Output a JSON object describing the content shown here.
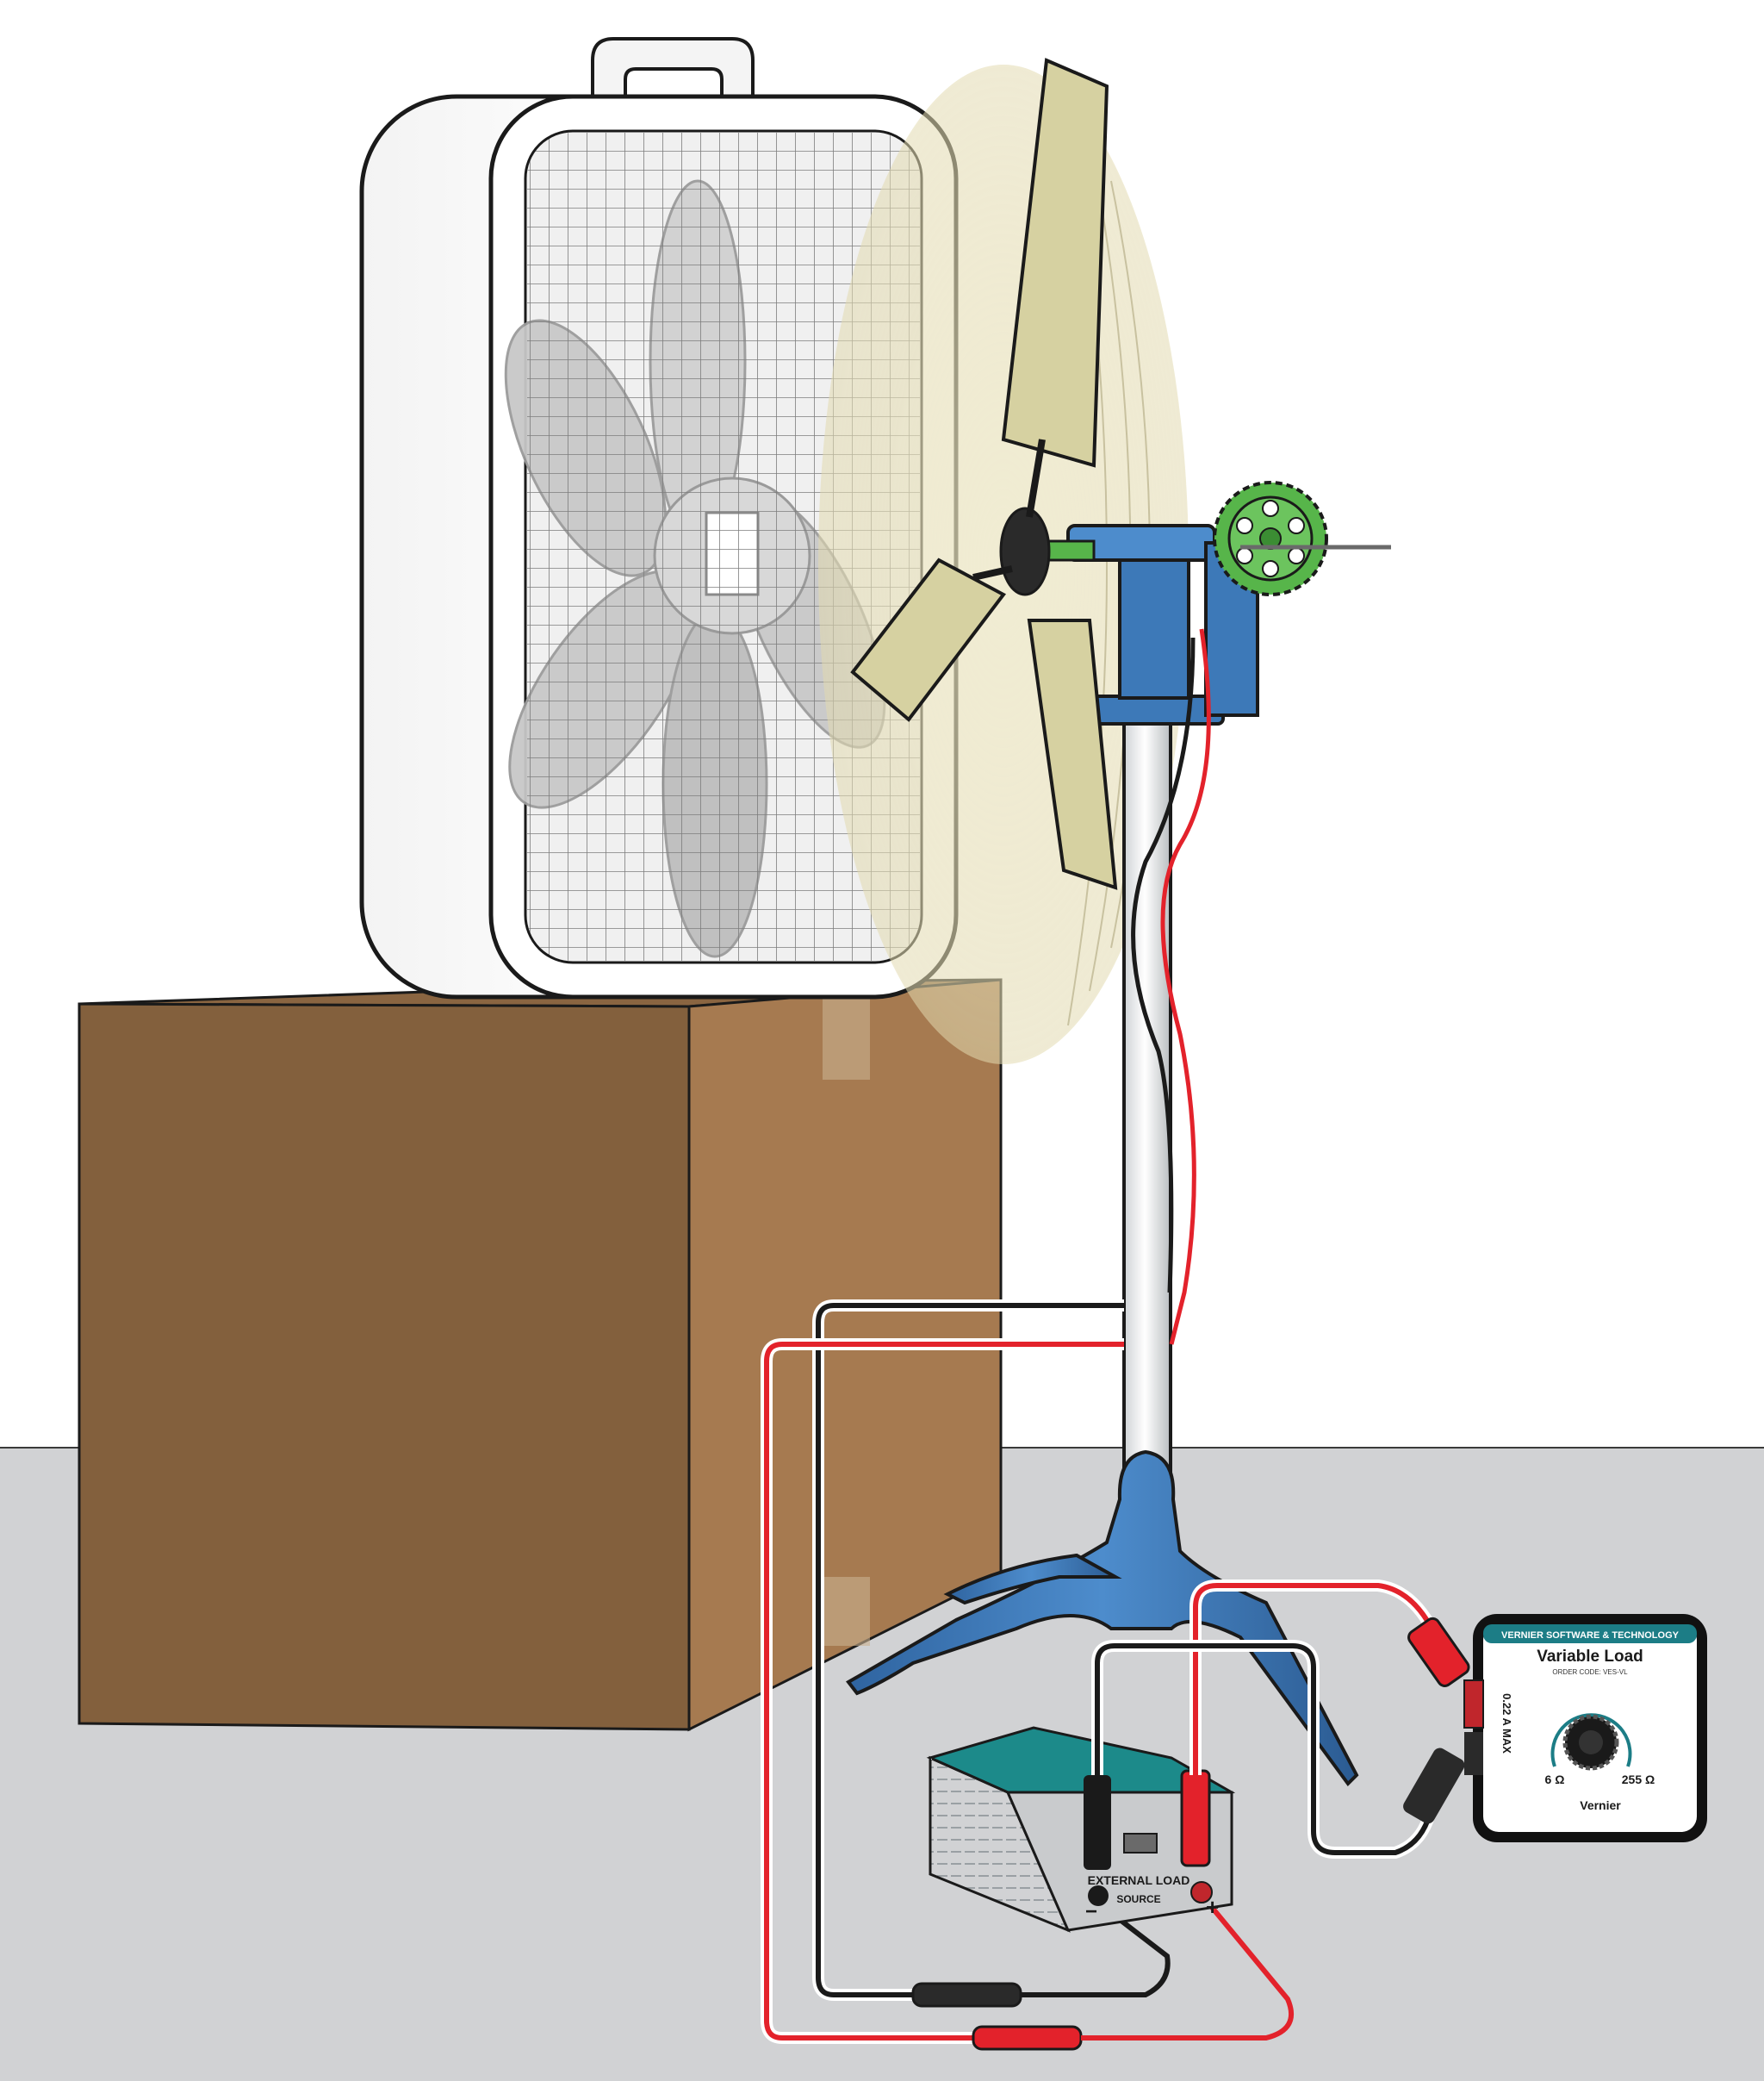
{
  "variable_load": {
    "brand_banner": "VERNIER SOFTWARE & TECHNOLOGY",
    "title": "Variable Load",
    "order_code": "ORDER CODE: VES-VL",
    "max_current": "0.22 A MAX",
    "min_resistance": "6 Ω",
    "max_resistance": "255 Ω",
    "brand": "Vernier"
  },
  "energy_sensor": {
    "label_external_load": "EXTERNAL LOAD",
    "label_source": "SOURCE",
    "label_minus": "−",
    "label_plus": "+"
  },
  "colors": {
    "wall": "#ffffff",
    "floor": "#d1d2d4",
    "box_front": "#83603d",
    "box_side": "#a67a50",
    "box_top": "#8a6541",
    "stand_blue": "#3d79b8",
    "blade": "#d6d1a1",
    "gear_green": "#57b54a",
    "wire_red": "#e3222b",
    "wire_black": "#1a1a1a",
    "load_teal": "#1c7d86"
  }
}
